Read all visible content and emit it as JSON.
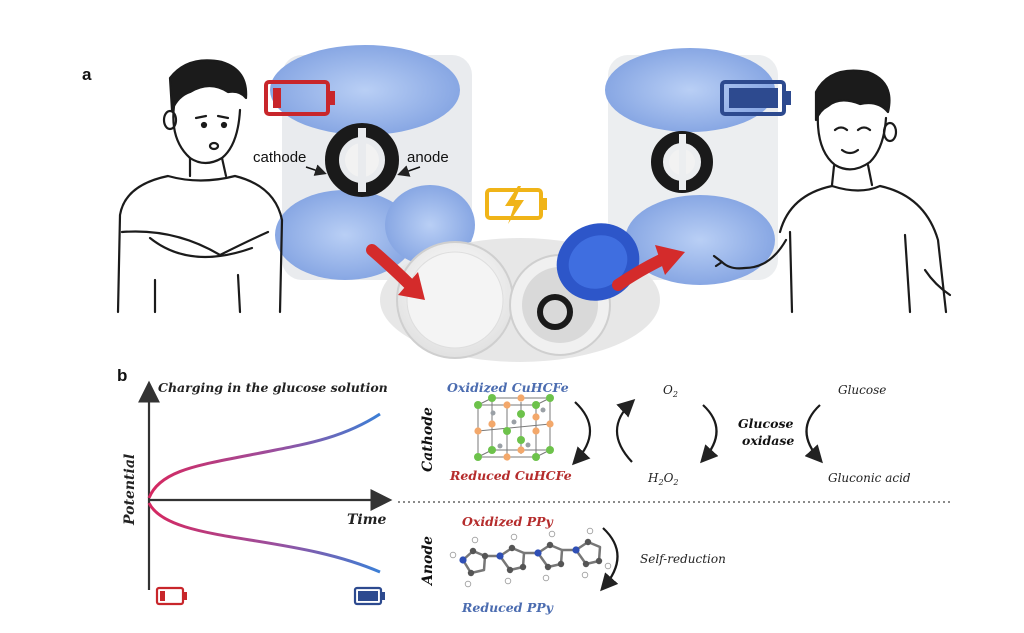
{
  "panels": {
    "a": "a",
    "b": "b"
  },
  "photo_labels": {
    "cathode": "cathode",
    "anode": "anode"
  },
  "plot": {
    "title": "Charging in the glucose solution",
    "ylabel": "Potential",
    "xlabel": "Time"
  },
  "cathode": {
    "side_label": "Cathode",
    "oxidized": "Oxidized CuHCFe",
    "reduced": "Reduced CuHCFe",
    "o2": "O",
    "o2_sub": "2",
    "h2o2_a": "H",
    "h2o2_b": "O",
    "h2o2_sub": "2",
    "enzyme_line1": "Glucose",
    "enzyme_line2": "oxidase",
    "glucose": "Glucose",
    "gluconic": "Gluconic acid"
  },
  "anode": {
    "side_label": "Anode",
    "oxidized": "Oxidized PPy",
    "reduced": "Reduced PPy",
    "self_reduction": "Self-reduction"
  },
  "colors": {
    "battery_low": "#c8262b",
    "battery_full": "#2d4a8f",
    "battery_charging": "#f0b418",
    "oxidized_text": "#4b6cb0",
    "reduced_text": "#b52c2c",
    "glove": "#8fb0ea",
    "curve_start": "#d6275f",
    "curve_end": "#3b7fd6"
  },
  "icons": [
    "battery-low-icon",
    "battery-full-icon",
    "battery-charging-icon"
  ]
}
